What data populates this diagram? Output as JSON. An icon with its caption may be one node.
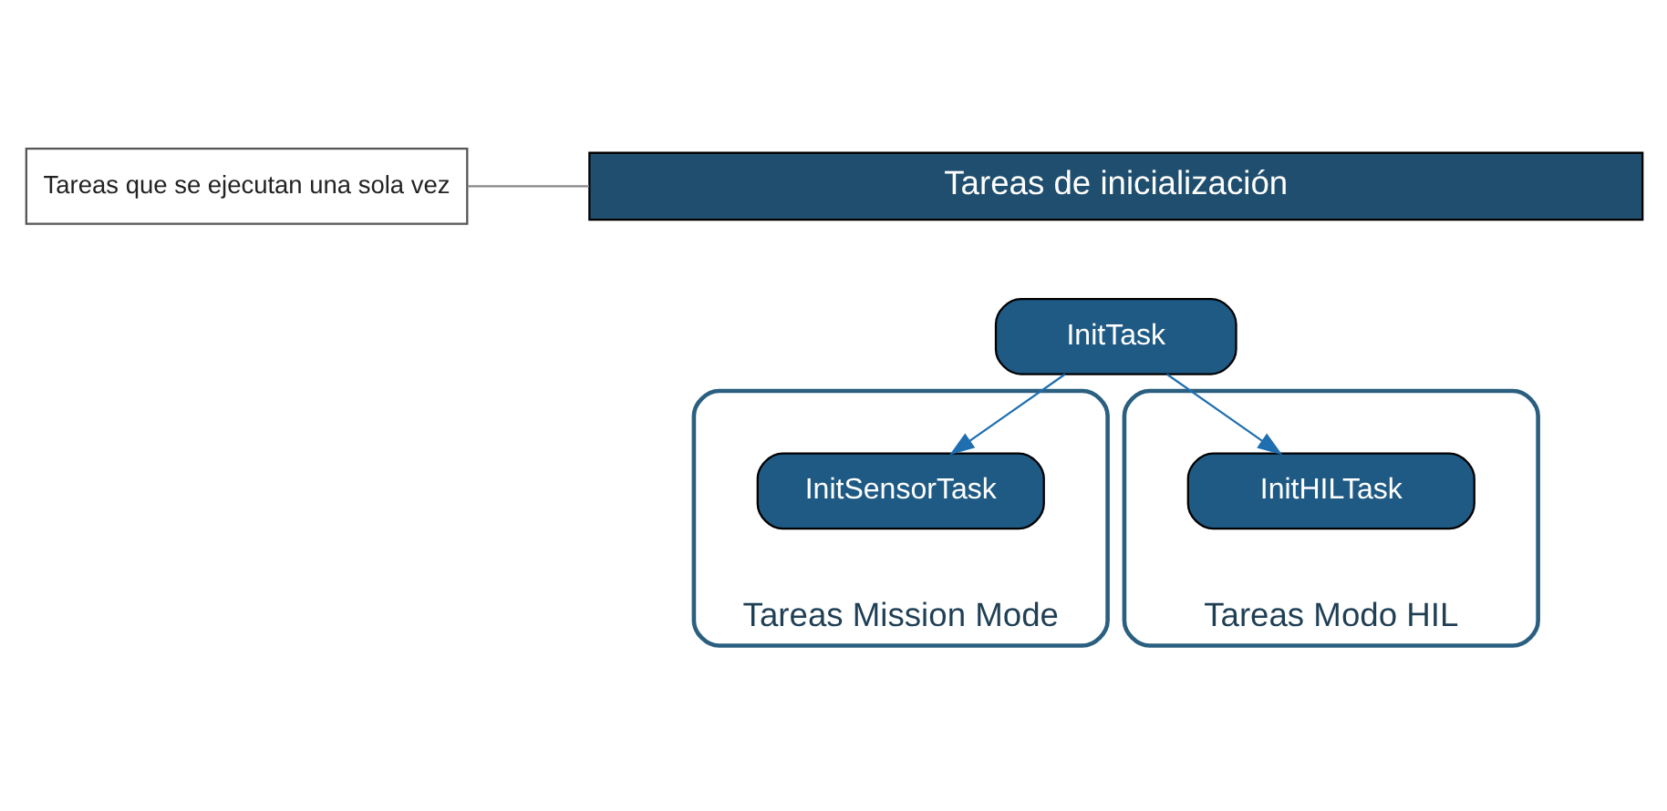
{
  "diagram": {
    "nodes": [
      {
        "text": [
          "Tareas de inicialización"
        ]
      },
      {
        "text": [
          "InitTask"
        ]
      },
      {
        "text": [
          "Tareas Mission Mode"
        ]
      },
      {
        "text": [
          "InitSensorTask"
        ],
        "in": 2
      },
      {
        "text": [
          "Tareas Modo HIL"
        ]
      },
      {
        "text": [
          "InitHILTask"
        ],
        "in": 4
      },
      {
        "text": [
          "Tareas que se ejecutan una sola vez"
        ]
      }
    ],
    "edges": [
      {
        "from": 1,
        "to": 3,
        "arrow": "to"
      },
      {
        "from": 1,
        "to": 5,
        "arrow": "to"
      },
      {
        "from": 6,
        "to": 0,
        "arrow": "none",
        "color": "#888888"
      }
    ]
  }
}
